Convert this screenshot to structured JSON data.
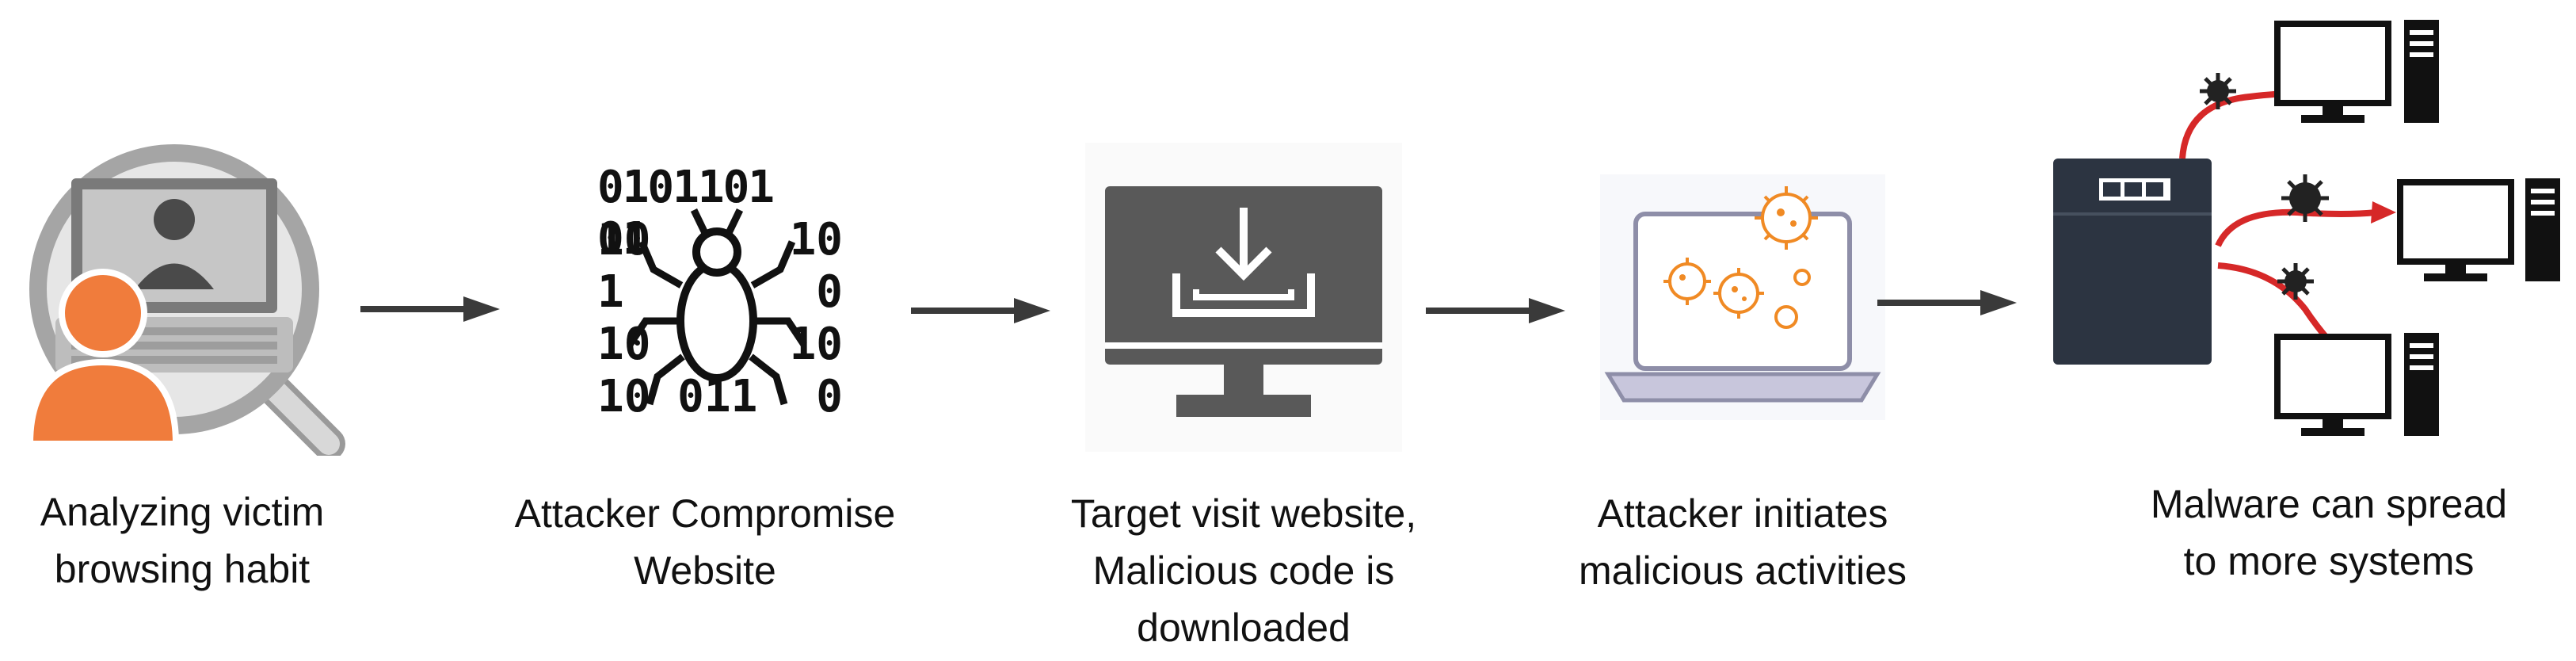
{
  "steps": [
    {
      "icon": "magnifier-user-icon",
      "caption": [
        "Analyzing victim",
        "browsing habit"
      ]
    },
    {
      "icon": "binary-bug-icon",
      "caption": [
        "Attacker Compromise",
        "Website"
      ],
      "binary_rows": [
        "0101101 01",
        "10",
        "1",
        "10",
        "10 011"
      ],
      "binary_right": [
        "10",
        "0",
        "10",
        "0"
      ]
    },
    {
      "icon": "download-monitor-icon",
      "caption": [
        "Target visit website,",
        "Malicious code is",
        "downloaded"
      ]
    },
    {
      "icon": "infected-laptop-icon",
      "caption": [
        "Attacker initiates",
        "malicious activities"
      ]
    },
    {
      "icon": "server-spread-icon",
      "caption": [
        "Malware can spread",
        "to more systems"
      ]
    }
  ],
  "colors": {
    "accent": "#f07c3c",
    "dark": "#595959",
    "server": "#2c3441",
    "red": "#d62828",
    "arrow": "#3a3a3a"
  }
}
